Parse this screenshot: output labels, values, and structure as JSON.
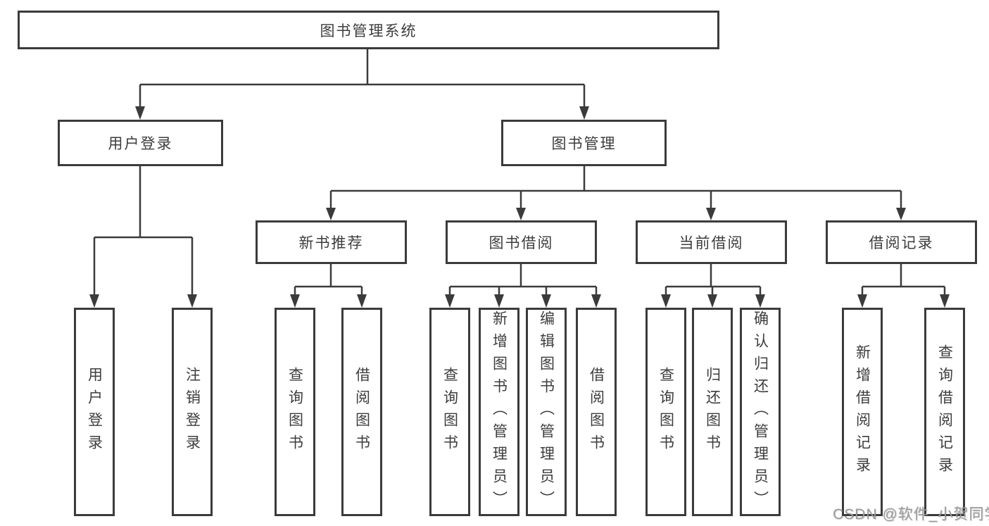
{
  "diagram": {
    "title_node": {
      "label": "图书管理系统"
    },
    "level1": [
      {
        "id": "user-login-branch",
        "label": "用户登录"
      },
      {
        "id": "book-management-branch",
        "label": "图书管理"
      }
    ],
    "level2": [
      {
        "id": "new-book-recommend",
        "label": "新书推荐"
      },
      {
        "id": "book-borrow",
        "label": "图书借阅"
      },
      {
        "id": "current-borrow",
        "label": "当前借阅"
      },
      {
        "id": "borrow-records",
        "label": "借阅记录"
      }
    ],
    "leaves": {
      "login": [
        {
          "label": "用户登录"
        },
        {
          "label": "注销登录"
        }
      ],
      "recommend": [
        {
          "label": "查询图书"
        },
        {
          "label": "借阅图书"
        }
      ],
      "borrow": [
        {
          "label": "查询图书"
        },
        {
          "label": "新增图书（管理员）"
        },
        {
          "label": "编辑图书（管理员）"
        },
        {
          "label": "借阅图书"
        }
      ],
      "current": [
        {
          "label": "查询图书"
        },
        {
          "label": "归还图书"
        },
        {
          "label": "确认归还（管理员）"
        }
      ],
      "records": [
        {
          "label": "新增借阅记录"
        },
        {
          "label": "查询借阅记录"
        }
      ]
    },
    "colors": {
      "line": "#3b3b3b",
      "text": "#3d3d3d",
      "box_fill": "#ffffff",
      "background": "#ffffff",
      "watermark": "#9c9c9c"
    }
  },
  "watermark": {
    "text": "CSDN @软件_小贺同学"
  }
}
